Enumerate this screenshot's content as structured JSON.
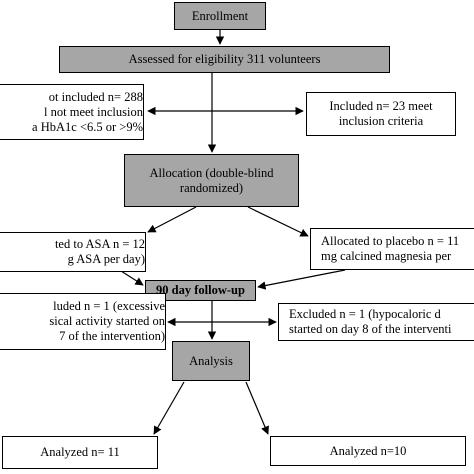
{
  "boxes": {
    "enrollment": {
      "lines": [
        "Enrollment"
      ]
    },
    "assessed": {
      "lines": [
        "Assessed for eligibility 311 volunteers"
      ]
    },
    "not_included": {
      "lines": [
        "ot included n= 288",
        "l not meet inclusion",
        "a HbA1c <6.5 or >9%"
      ]
    },
    "included": {
      "lines": [
        "Included n= 23 meet",
        "inclusion criteria"
      ]
    },
    "allocation": {
      "lines": [
        "Allocation (double-blind",
        "randomized)"
      ]
    },
    "asa_group": {
      "lines": [
        "ted to ASA n = 12",
        "g ASA per day)"
      ]
    },
    "placebo_group": {
      "lines": [
        "Allocated to placebo n = 11",
        "mg calcined magnesia per"
      ]
    },
    "followup": {
      "lines": [
        "90 day follow-up"
      ]
    },
    "excluded_left": {
      "lines": [
        "luded n = 1 (excessive",
        "sical activity started on",
        "7 of the intervention)"
      ]
    },
    "excluded_right": {
      "lines": [
        "Excluded n = 1 (hypocaloric d",
        "started on day 8 of the interventi"
      ]
    },
    "analysis": {
      "lines": [
        "Analysis"
      ]
    },
    "analyzed_left": {
      "lines": [
        "Analyzed n= 11"
      ]
    },
    "analyzed_right": {
      "lines": [
        "Analyzed n=10"
      ]
    }
  },
  "colors": {
    "box_fill": "#ffffff",
    "box_gray": "#a6a6a6",
    "stroke": "#000000"
  }
}
